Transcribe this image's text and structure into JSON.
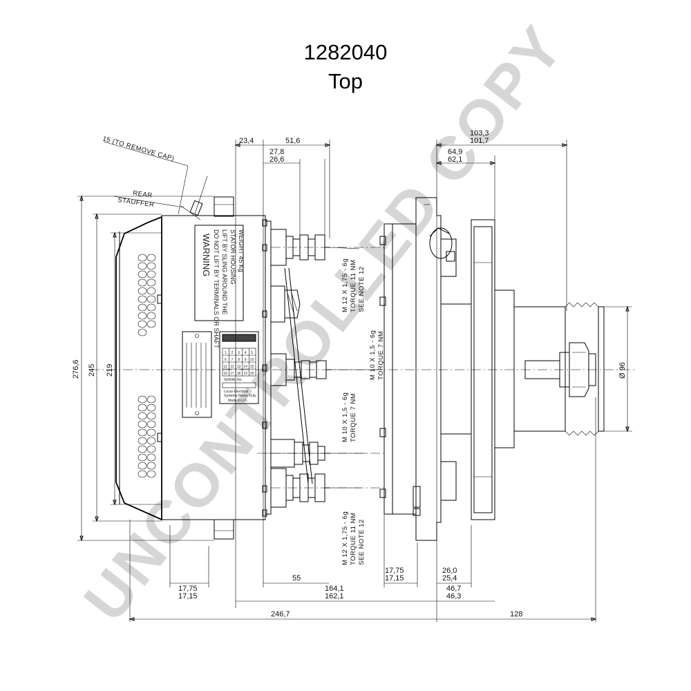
{
  "title": {
    "part_number": "1282040",
    "view": "Top"
  },
  "watermark": "UNCONTROLLED COPY",
  "dimensions": {
    "top": [
      "23,4",
      "51,6",
      "27,8",
      "26,6",
      "103,3",
      "101,7",
      "64,9",
      "62,1"
    ],
    "left_vertical": [
      "276,6",
      "245",
      "219"
    ],
    "right_vertical": "Ø 96",
    "bottom": [
      "17,75",
      "17,15",
      "55",
      "17,75",
      "17,15",
      "26,0",
      "25,4",
      "164,1",
      "162,1",
      "46,7",
      "46,3",
      "246,7",
      "128"
    ]
  },
  "callouts": {
    "remove_cap": "15 (TO REMOVE CAP)",
    "rear_stauffer_1": "REAR",
    "rear_stauffer_2": "STAUFFER"
  },
  "terminal_notes": [
    {
      "line1": "M 12 X 1,75 - 6g",
      "line2": "TORQUE 11 NM",
      "line3": "SEE NOTE 12"
    },
    {
      "line1": "M 10 X 1,5 - 6g",
      "line2": "TORQUE 7 NM",
      "line3": ""
    },
    {
      "line1": "M 10 X 1,5 - 6g",
      "line2": "TORQUE 7 NM",
      "line3": ""
    },
    {
      "line1": "M 12 X 1,75 - 6g",
      "line2": "TORQUE 11 NM",
      "line3": "SEE NOTE 12"
    }
  ],
  "warning_label": {
    "heading": "WARNING",
    "line1": "DO NOT LIFT BY TERMINALS OR SHAFT",
    "line2": "LIFT BY SLING AROUND THE",
    "line3": "STATOR HOUSING",
    "line4": "WEIGHT 45 Kg"
  },
  "serial_plate": {
    "title": "SERIAL No.",
    "maker_1": "Lucas Electrical",
    "maker_2": "Systems-Heavy Duty",
    "made_in": "Made in U.K.",
    "grid": [
      "1",
      "2",
      "3",
      "4",
      "5",
      "6",
      "7",
      "8",
      "9",
      "10",
      "11",
      "12",
      "13",
      "14",
      "15",
      "16",
      "17",
      "18",
      "19",
      "20"
    ]
  }
}
